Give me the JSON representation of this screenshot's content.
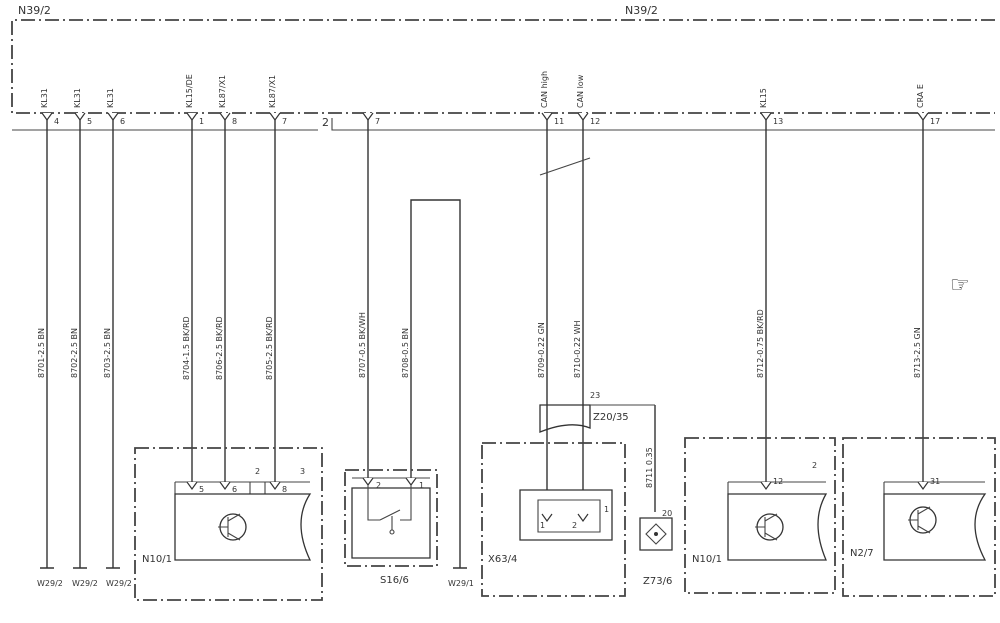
{
  "header": {
    "left_code": "N39/2",
    "center_code": "N39/2"
  },
  "terminals": [
    {
      "id": "t4",
      "signal": "KL31",
      "pin": "4"
    },
    {
      "id": "t5",
      "signal": "KL31",
      "pin": "5"
    },
    {
      "id": "t6",
      "signal": "KL31",
      "pin": "6"
    },
    {
      "id": "t1",
      "signal": "KL15/DE",
      "pin": "1"
    },
    {
      "id": "t8",
      "signal": "KL87/X1",
      "pin": "8"
    },
    {
      "id": "t7",
      "signal": "KL87/X1",
      "pin": "7"
    },
    {
      "id": "t7b",
      "signal": "",
      "pin": "7"
    },
    {
      "id": "t11",
      "signal": "CAN high",
      "pin": "11"
    },
    {
      "id": "t12",
      "signal": "CAN low",
      "pin": "12"
    },
    {
      "id": "t13",
      "signal": "KL15",
      "pin": "13"
    },
    {
      "id": "t17",
      "signal": "CRA E",
      "pin": "17"
    }
  ],
  "connector_break": "2",
  "wires": [
    {
      "id": "w1",
      "label": "8701-2.5 BN"
    },
    {
      "id": "w2",
      "label": "8702-2.5 BN"
    },
    {
      "id": "w3",
      "label": "8703-2.5 BN"
    },
    {
      "id": "w4",
      "label": "8704-1.5 BK/RD"
    },
    {
      "id": "w5",
      "label": "8706-2.5 BK/RD"
    },
    {
      "id": "w6",
      "label": "8705-2.5 BK/RD"
    },
    {
      "id": "w7",
      "label": "8707-0.5 BK/WH"
    },
    {
      "id": "w8",
      "label": "8708-0.5 BN"
    },
    {
      "id": "w9",
      "label": "8709-0.22 GN"
    },
    {
      "id": "w10",
      "label": "8710-0.22 WH"
    },
    {
      "id": "w11",
      "label": "8711 0.35"
    },
    {
      "id": "w12",
      "label": "8712-0.75 BK/RD"
    },
    {
      "id": "w13",
      "label": "8713-2.5 GN"
    }
  ],
  "grounds": [
    "W29/2",
    "W29/2",
    "W29/2",
    "W29/1"
  ],
  "components": {
    "n10_1_left": {
      "code": "N10/1",
      "pins": [
        "5",
        "6",
        "8"
      ],
      "sections": [
        "2",
        "3"
      ]
    },
    "s16_6": {
      "code": "S16/6",
      "pins": [
        "2",
        "1"
      ]
    },
    "x63_4": {
      "code": "X63/4",
      "pins": [
        "1",
        "2"
      ],
      "section": "1"
    },
    "z20_35": {
      "code": "Z20/35",
      "pin": "23"
    },
    "z73_6": {
      "code": "Z73/6",
      "pin": "20"
    },
    "n10_1_right": {
      "code": "N10/1",
      "pin": "12",
      "section": "2"
    },
    "n2_7": {
      "code": "N2/7",
      "pin": "31"
    }
  },
  "colors": {
    "line": "#333333",
    "background": "#ffffff"
  },
  "icons": {
    "pointer": "pointing-hand-icon"
  }
}
